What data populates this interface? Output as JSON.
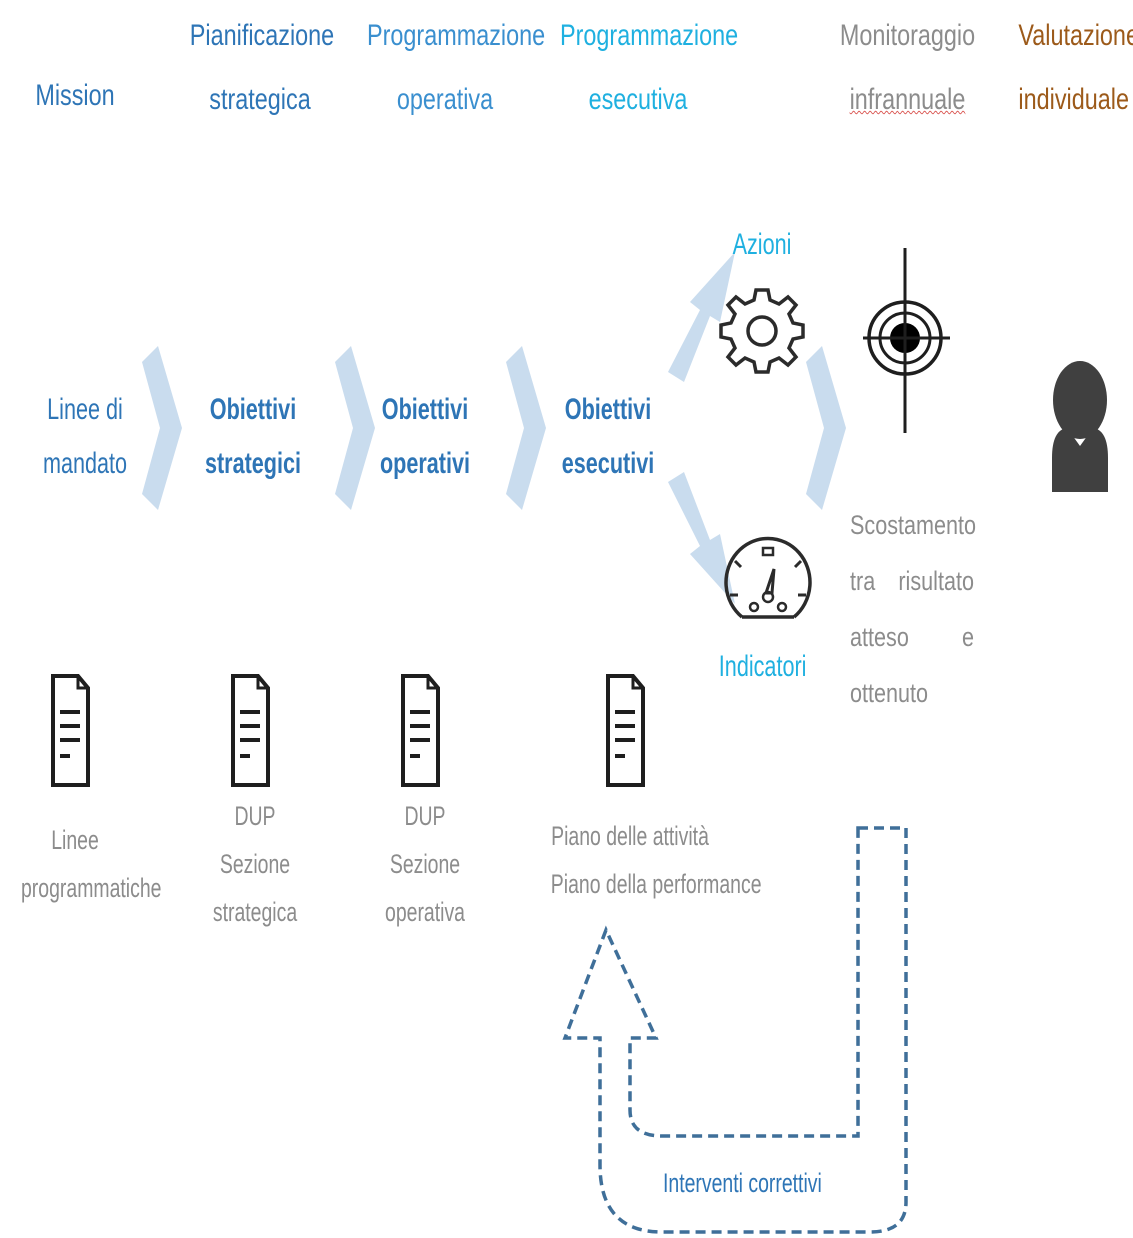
{
  "colors": {
    "dark_blue": "#2e75b6",
    "mid_blue": "#3a8fcf",
    "cyan": "#1fb0e0",
    "grey": "#8c8c8c",
    "brown": "#9c5a1a",
    "arrow_fill": "#c9dcee",
    "dashed": "#3f6f99",
    "icon": "#404040"
  },
  "headers": {
    "mission": "Mission",
    "strategic": [
      "Pianificazione",
      "strategica"
    ],
    "operational": [
      "Programmazione",
      "operativa"
    ],
    "executive": [
      "Programmazione",
      "esecutiva"
    ],
    "monitoring": [
      "Monitoraggio",
      "infrannuale"
    ],
    "evaluation": [
      "Valutazione",
      "individuale"
    ]
  },
  "flow": {
    "mandate": [
      "Linee di",
      "mandato"
    ],
    "strategic_objectives": [
      "Obiettivi",
      "strategici"
    ],
    "operational_objectives": [
      "Obiettivi",
      "operativi"
    ],
    "executive_objectives": [
      "Obiettivi",
      "esecutivi"
    ],
    "actions_label": "Azioni",
    "indicators_label": "Indicatori",
    "deviation": [
      "Scostamento",
      "tra",
      "risultato",
      "atteso",
      "e",
      "ottenuto"
    ]
  },
  "documents": {
    "programmatic": [
      "Linee",
      "programmatiche"
    ],
    "dup_strategic": [
      "DUP",
      "Sezione",
      "strategica"
    ],
    "dup_operational": [
      "DUP",
      "Sezione",
      "operativa"
    ],
    "plans": [
      "Piano delle attività",
      "Piano della performance"
    ]
  },
  "feedback_label": "Interventi correttivi",
  "icons": [
    "document-icon",
    "gear-icon",
    "speedometer-icon",
    "target-icon",
    "person-icon"
  ]
}
